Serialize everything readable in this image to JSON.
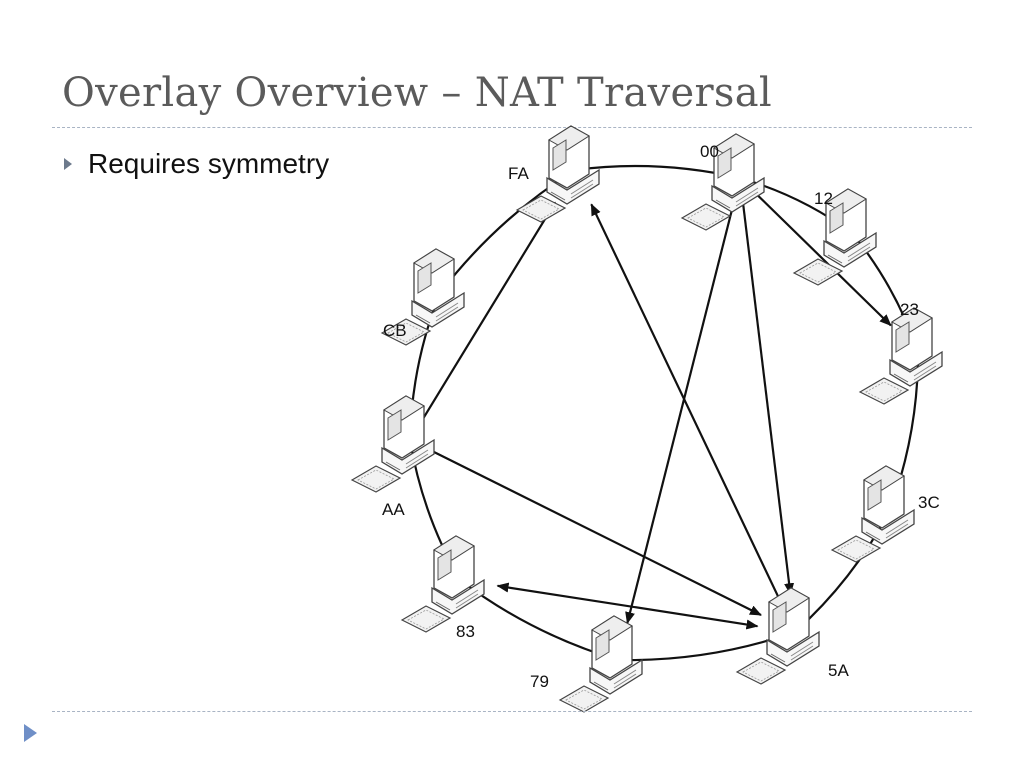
{
  "slide": {
    "title": "Overlay Overview – NAT Traversal",
    "bullets": [
      "Requires symmetry"
    ]
  },
  "diagram": {
    "nodes": [
      {
        "id": "00",
        "label": "00",
        "icon": "computer-icon"
      },
      {
        "id": "12",
        "label": "12",
        "icon": "computer-icon"
      },
      {
        "id": "23",
        "label": "23",
        "icon": "computer-icon"
      },
      {
        "id": "3C",
        "label": "3C",
        "icon": "computer-icon"
      },
      {
        "id": "5A",
        "label": "5A",
        "icon": "computer-icon"
      },
      {
        "id": "79",
        "label": "79",
        "icon": "computer-icon"
      },
      {
        "id": "83",
        "label": "83",
        "icon": "computer-icon"
      },
      {
        "id": "AA",
        "label": "AA",
        "icon": "computer-icon"
      },
      {
        "id": "CB",
        "label": "CB",
        "icon": "computer-icon"
      },
      {
        "id": "FA",
        "label": "FA",
        "icon": "computer-icon"
      }
    ],
    "ring": [
      "00",
      "12",
      "23",
      "3C",
      "5A",
      "79",
      "83",
      "AA",
      "CB",
      "FA"
    ],
    "edges": [
      {
        "from": "00",
        "to": "23",
        "arrow": "end"
      },
      {
        "from": "00",
        "to": "5A",
        "arrow": "end"
      },
      {
        "from": "00",
        "to": "79",
        "arrow": "end"
      },
      {
        "from": "5A",
        "to": "FA",
        "arrow": "end"
      },
      {
        "from": "AA",
        "to": "FA",
        "arrow": "end"
      },
      {
        "from": "AA",
        "to": "5A",
        "arrow": "end"
      },
      {
        "from": "5A",
        "to": "83",
        "arrow": "both"
      }
    ]
  }
}
